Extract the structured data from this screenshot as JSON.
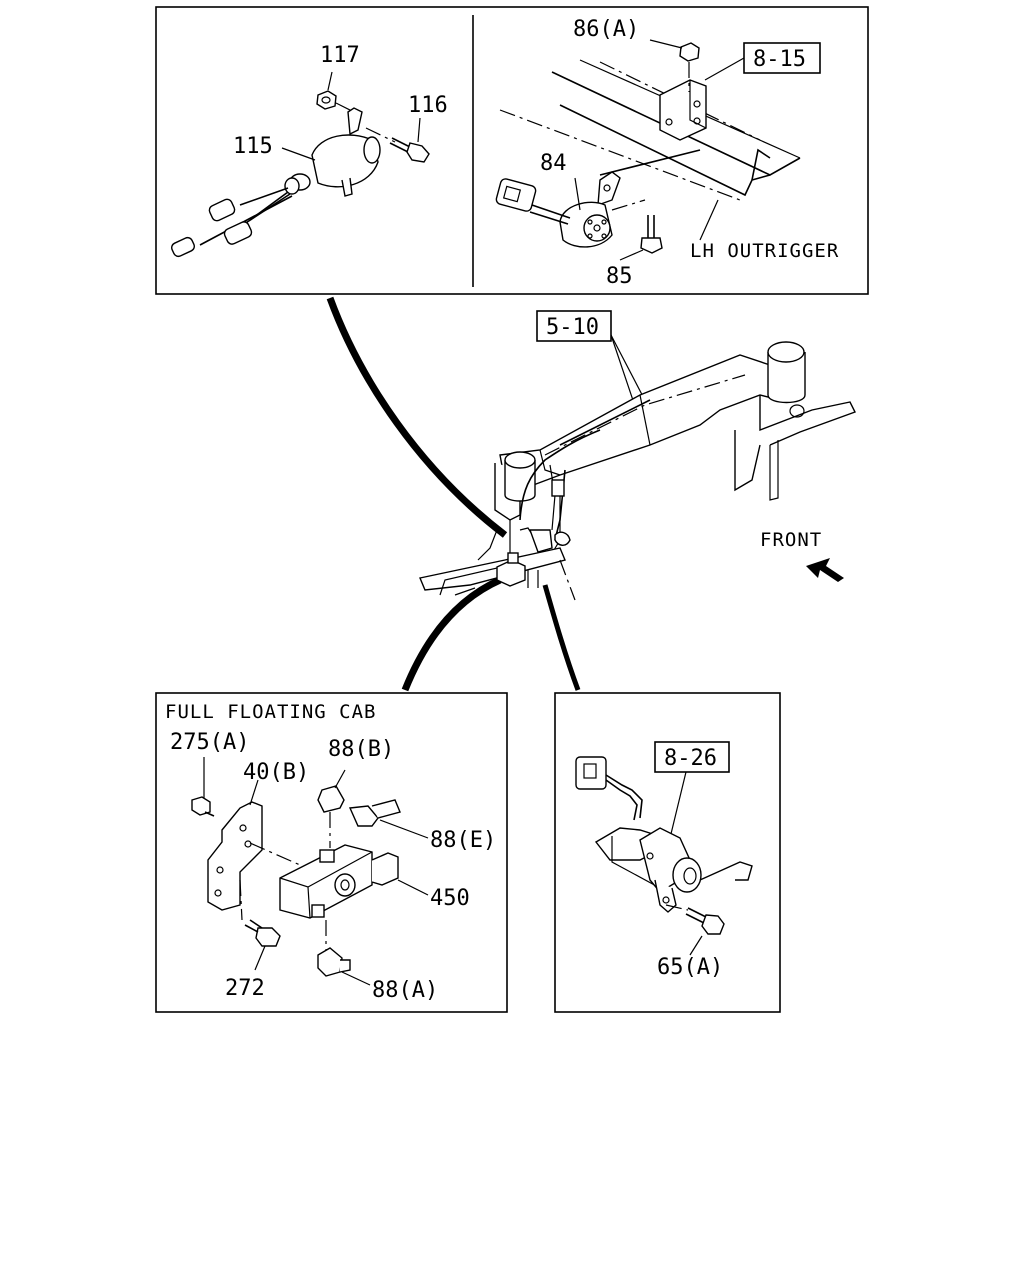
{
  "panels": {
    "top": {
      "left_labels": {
        "p117": "117",
        "p116": "116",
        "p115": "115"
      },
      "right_labels": {
        "p86a": "86(A)",
        "ref815": "8-15",
        "p84": "84",
        "p85": "85",
        "outrigger": "LH OUTRIGGER"
      }
    },
    "center": {
      "ref510": "5-10",
      "front": "FRONT"
    },
    "bottom_left": {
      "title": "FULL FLOATING CAB",
      "labels": {
        "p275a": "275(A)",
        "p40b": "40(B)",
        "p88b": "88(B)",
        "p88e": "88(E)",
        "p450": "450",
        "p272": "272",
        "p88a": "88(A)"
      }
    },
    "bottom_right": {
      "labels": {
        "ref826": "8-26",
        "p65a": "65(A)"
      }
    }
  }
}
